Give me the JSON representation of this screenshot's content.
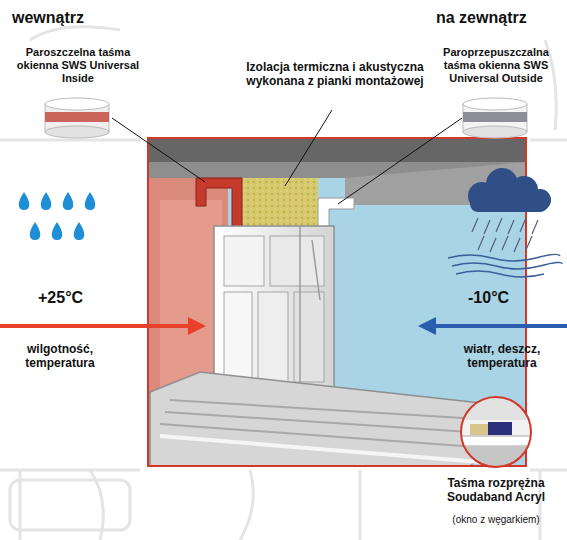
{
  "diagram": {
    "labels": [
      "wewnątrz",
      "na zewnątrz",
      "Paroszczelna taśma okienna SWS Universal Inside",
      "Izolacja termiczna i akustyczna wykonana z pianki montażowej",
      "Paroprzepuszczalna taśma okienna SWS Universal Outside",
      "+25°C",
      "-10°C",
      "wilgotność, temperatura",
      "wiatr, deszcz, temperatura",
      "Taśma rozprężna Soudaband Acryl",
      "(okno z węgarkiem)"
    ]
  }
}
